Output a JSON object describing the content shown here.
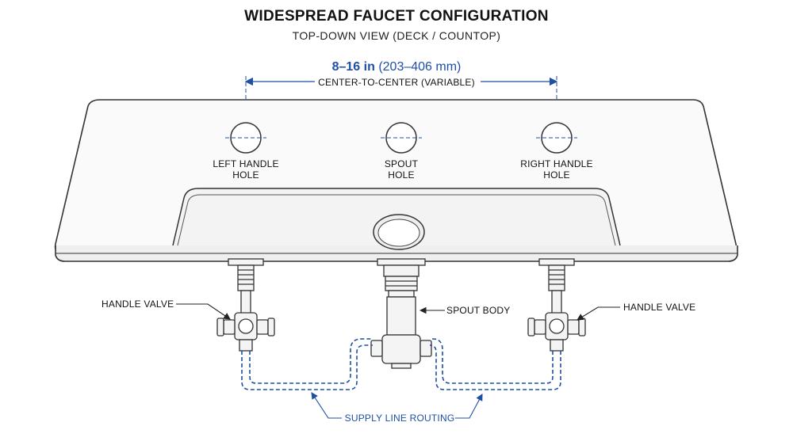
{
  "title": "WIDESPREAD FAUCET CONFIGURATION",
  "subtitle": "TOP-DOWN VIEW (DECK / COUNTOP)",
  "dimension": {
    "range": "8–16 in",
    "metric": "(203–406 mm)",
    "label": "CENTER-TO-CENTER (VARIABLE)"
  },
  "holes": {
    "left": [
      "LEFT HANDLE",
      "HOLE"
    ],
    "center": [
      "SPOUT",
      "HOLE"
    ],
    "right": [
      "RIGHT HANDLE",
      "HOLE"
    ]
  },
  "callouts": {
    "left_valve": "HANDLE VALVE",
    "spout_body": "SPOUT BODY",
    "right_valve": "HANDLE VALVE",
    "supply": "SUPPLY LINE ROUTING"
  },
  "colors": {
    "accent": "#1f4fa3",
    "line": "#333333",
    "fill": "#f7f7f7"
  }
}
